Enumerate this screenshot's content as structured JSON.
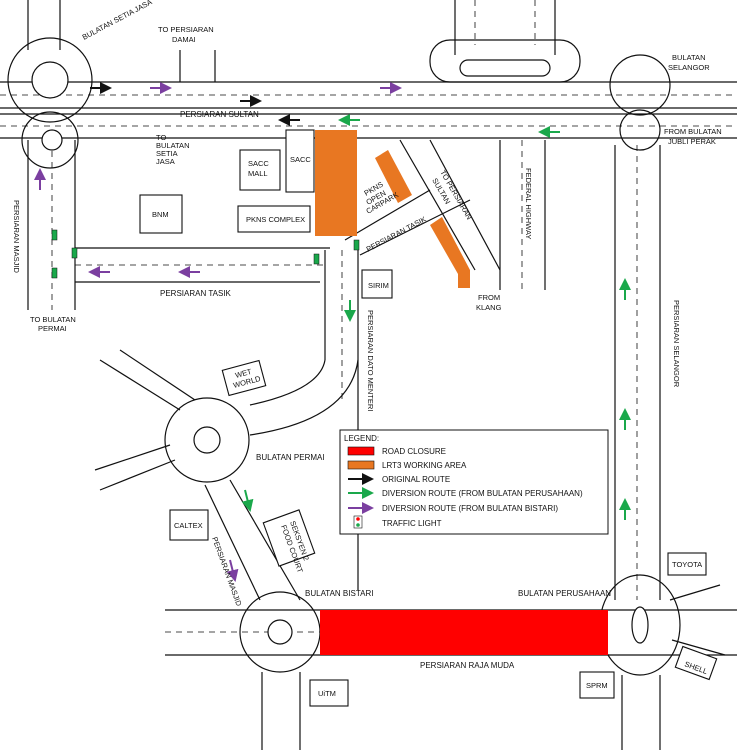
{
  "labels": {
    "bulatan_setia_jasa_top": "BULATAN SETIA JASA",
    "to_persiaran_damai_1": "TO PERSIARAN",
    "to_persiaran_damai_2": "DAMAI",
    "bulatan_selangor_1": "BULATAN",
    "bulatan_selangor_2": "SELANGOR",
    "persiaran_sultan": "PERSIARAN SULTAN",
    "from_bulatan_1": "FROM BULATAN",
    "from_bulatan_2": "JUBLI PERAK",
    "to_bulatan_setia_1": "TO",
    "to_bulatan_setia_2": "BULATAN",
    "to_bulatan_setia_3": "SETIA",
    "to_bulatan_setia_4": "JASA",
    "persiaran_masjid_left": "PERSIARAN MASJID",
    "to_bulatan_permai_1": "TO BULATAN",
    "to_bulatan_permai_2": "PERMAI",
    "persiaran_tasik_bottom": "PERSIARAN TASIK",
    "persiaran_tasik_diag": "PERSIARAN TASIK",
    "to_persiaran_sultan_1": "TO PERSIARAN",
    "to_persiaran_sultan_2": "SULTAN",
    "federal_highway": "FEDERAL HIGHWAY",
    "from_klang_1": "FROM",
    "from_klang_2": "KLANG",
    "persiaran_selangor": "PERSIARAN SELANGOR",
    "persiaran_dato_menteri": "PERSIARAN DATO MENTERI",
    "bulatan_permai": "BULATAN PERMAI",
    "persiaran_masjid_lower": "PERSIARAN MASJID",
    "bulatan_bistari": "BULATAN BISTARI",
    "bulatan_perusahaan": "BULATAN PERUSAHAAN",
    "persiaran_raja_muda": "PERSIARAN RAJA MUDA"
  },
  "buildings": {
    "sacc_mall_1": "SACC",
    "sacc_mall_2": "MALL",
    "sacc": "SACC",
    "bnm": "BNM",
    "pkns_complex": "PKNS COMPLEX",
    "pkns_carpark_1": "PKNS",
    "pkns_carpark_2": "OPEN",
    "pkns_carpark_3": "CARPARK",
    "sirim": "SIRIM",
    "wet_world_1": "WET",
    "wet_world_2": "WORLD",
    "caltex": "CALTEX",
    "seksyen_1": "SEKSYEN 2",
    "seksyen_2": "FOOD COURT",
    "toyota": "TOYOTA",
    "shell": "SHELL",
    "uitm": "UiTM",
    "sprm": "SPRM"
  },
  "legend": {
    "title": "LEGEND:",
    "items": [
      {
        "label": "ROAD CLOSURE",
        "color": "#ff0000",
        "kind": "swatch"
      },
      {
        "label": "LRT3 WORKING AREA",
        "color": "#e87722",
        "kind": "swatch"
      },
      {
        "label": "ORIGINAL ROUTE",
        "color": "#111111",
        "kind": "arrow"
      },
      {
        "label": "DIVERSION ROUTE (FROM BULATAN PERUSAHAAN)",
        "color": "#1aa84b",
        "kind": "arrow"
      },
      {
        "label": "DIVERSION ROUTE (FROM BULATAN BISTARI)",
        "color": "#7b3fa0",
        "kind": "arrow"
      },
      {
        "label": "TRAFFIC LIGHT",
        "color": "#1aa84b",
        "kind": "light"
      }
    ]
  },
  "colors": {
    "closure": "#ff0000",
    "lrt": "#e87722",
    "original": "#111111",
    "green": "#1aa84b",
    "purple": "#7b3fa0"
  }
}
